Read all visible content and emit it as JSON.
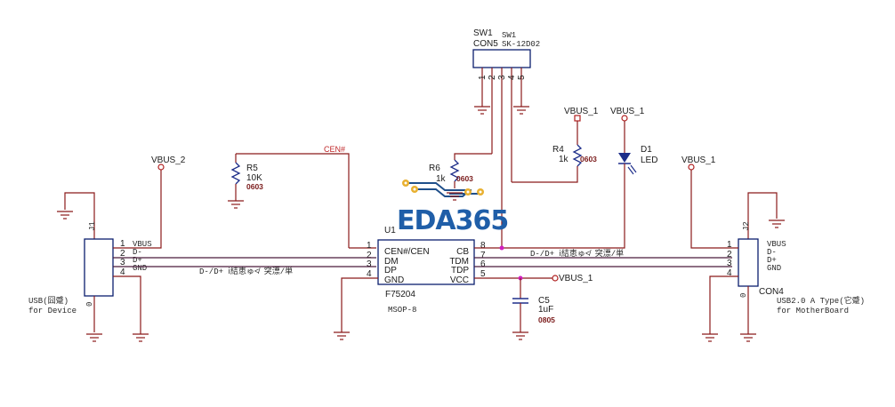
{
  "schematic": {
    "watermark": "EDA365",
    "sw1": {
      "ref": "SW1",
      "type": "CON5",
      "ref2": "SW1",
      "part": "SK-12D02",
      "pins": [
        "1",
        "2",
        "3",
        "4",
        "5"
      ]
    },
    "r5": {
      "ref": "R5",
      "value": "10K",
      "footprint": "0603"
    },
    "r6": {
      "ref": "R6",
      "value": "1k",
      "footprint": "0603"
    },
    "r4": {
      "ref": "R4",
      "value": "1k",
      "footprint": "0603"
    },
    "d1": {
      "ref": "D1",
      "value": "LED"
    },
    "c5": {
      "ref": "C5",
      "value": "1uF",
      "footprint": "0805"
    },
    "net_cen": "CEN#",
    "u1": {
      "ref": "U1",
      "part": "F75204",
      "package": "MSOP-8",
      "left_pins": [
        {
          "num": "1",
          "name": "CEN#/CEN"
        },
        {
          "num": "2",
          "name": "DM"
        },
        {
          "num": "3",
          "name": "DP"
        },
        {
          "num": "4",
          "name": "GND"
        }
      ],
      "right_pins": [
        {
          "num": "8",
          "name": "CB"
        },
        {
          "num": "7",
          "name": "TDM"
        },
        {
          "num": "6",
          "name": "TDP"
        },
        {
          "num": "5",
          "name": "VCC"
        }
      ]
    },
    "j1": {
      "ref": "J1",
      "bottom_pin": "0",
      "pins": [
        {
          "num": "1",
          "name": "VBUS"
        },
        {
          "num": "2",
          "name": "D-"
        },
        {
          "num": "3",
          "name": "D+"
        },
        {
          "num": "4",
          "name": "GND"
        }
      ],
      "desc1": "USB(囧蹙)",
      "desc2": "for Device"
    },
    "j2": {
      "ref": "J2",
      "ref_label": "CON4",
      "bottom_pin": "0",
      "pins": [
        {
          "num": "1",
          "name": "VBUS"
        },
        {
          "num": "2",
          "name": "D-"
        },
        {
          "num": "3",
          "name": "D+"
        },
        {
          "num": "4",
          "name": "GND"
        }
      ],
      "desc1": "USB2.0 A Type(它蹙)",
      "desc2": "for MotherBoard"
    },
    "net_vbus_2": "VBUS_2",
    "net_vbus_1": "VBUS_1",
    "bus_note_left": "D-/D+ ⅰ結恵ゅ≮  突漂/単",
    "bus_note_right": "D-/D+ ⅰ結恵ゅ≮  突漂/単"
  }
}
